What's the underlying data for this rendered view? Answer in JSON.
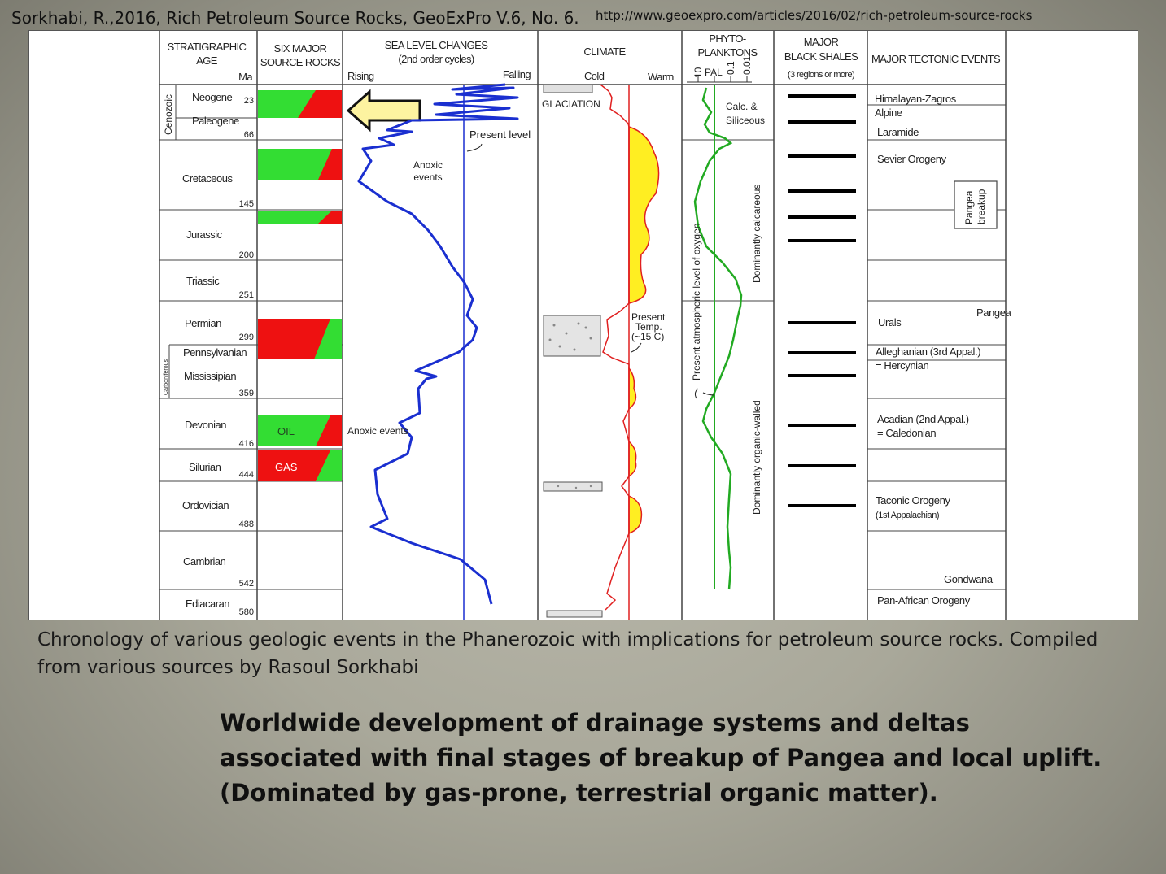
{
  "citation": "Sorkhabi, R.,2016, Rich Petroleum Source Rocks, GeoExPro V.6, No. 6.",
  "url": "http://www.geoexpro.com/articles/2016/02/rich-petroleum-source-rocks",
  "headers": {
    "strat_line1": "STRATIGRAPHIC",
    "strat_line2": "AGE",
    "ma": "Ma",
    "source_line1": "SIX MAJOR",
    "source_line2": "SOURCE ROCKS",
    "sea_line1": "SEA LEVEL CHANGES",
    "sea_line2": "(2nd order cycles)",
    "rising": "Rising",
    "falling": "Falling",
    "climate": "CLIMATE",
    "cold": "Cold",
    "warm": "Warm",
    "phyto_line1": "PHYTO-",
    "phyto_line2": "PLANKTONS",
    "pal_ticks": [
      "10",
      "PAL",
      "0.1",
      "0.01"
    ],
    "shale_line1": "MAJOR",
    "shale_line2": "BLACK SHALES",
    "shale_line3": "(3 regions or more)",
    "tectonic": "MAJOR TECTONIC EVENTS"
  },
  "eras": {
    "cenozoic": "Cenozoic",
    "carboniferous": "Carboniferous"
  },
  "periods": [
    {
      "name": "Neogene",
      "age": "23"
    },
    {
      "name": "Paleogene",
      "age": "66"
    },
    {
      "name": "Cretaceous",
      "age": "145"
    },
    {
      "name": "Jurassic",
      "age": "200"
    },
    {
      "name": "Triassic",
      "age": "251"
    },
    {
      "name": "Permian",
      "age": "299"
    },
    {
      "name": "Pennsylvanian",
      "age": ""
    },
    {
      "name": "Mississipian",
      "age": "359"
    },
    {
      "name": "Devonian",
      "age": "416"
    },
    {
      "name": "Silurian",
      "age": "444"
    },
    {
      "name": "Ordovician",
      "age": "488"
    },
    {
      "name": "Cambrian",
      "age": "542"
    },
    {
      "name": "Ediacaran",
      "age": "580"
    }
  ],
  "source_rocks": {
    "oil_label": "OIL",
    "gas_label": "GAS",
    "oil_color": "#33dd33",
    "gas_color": "#ee1111"
  },
  "sea_level": {
    "present_level": "Present level",
    "anoxic_line1": "Anoxic",
    "anoxic_line2": "events",
    "anoxic_events": "Anoxic events",
    "curve_color": "#1a2fd0"
  },
  "climate": {
    "glaciation": "GLACIATION",
    "present_temp_line1": "Present",
    "present_temp_line2": "Temp.",
    "present_temp_line3": "(~15 C)",
    "warm_fill": "#ffee22",
    "curve_color": "#e02020"
  },
  "phyto": {
    "calc_line1": "Calc. &",
    "calc_line2": "Siliceous",
    "dom_calc": "Dominantly calcareous",
    "dom_organic": "Dominantly organic-walled",
    "oxygen": "Present atmospheric level of oxygen",
    "curve_color": "#22aa22"
  },
  "tectonics": {
    "himalayan": "Himalayan-Zagros",
    "alpine": "Alpine",
    "laramide": "Laramide",
    "sevier": "Sevier Orogeny",
    "pangea_breakup_line1": "Pangea",
    "pangea_breakup_line2": "breakup",
    "pangea": "Pangea",
    "urals": "Urals",
    "alleghanian_line1": "Alleghanian (3rd Appal.)",
    "alleghanian_line2": "= Hercynian",
    "acadian_line1": "Acadian (2nd Appal.)",
    "acadian_line2": "= Caledonian",
    "taconic_line1": "Taconic Orogeny",
    "taconic_line2": "(1st Appalachian)",
    "gondwana": "Gondwana",
    "panafrican": "Pan-African Orogeny"
  },
  "highlight_arrow_color": "#fdf3a0",
  "caption_text": "Chronology of various geologic events in the Phanerozoic with implications for petroleum source rocks. Compiled from various sources by Rasoul Sorkhabi",
  "statement": {
    "line1": "Worldwide development of drainage systems and deltas",
    "line2": "associated with final stages of breakup of Pangea and local uplift.",
    "line3": "(Dominated by gas-prone, terrestrial organic matter)."
  }
}
